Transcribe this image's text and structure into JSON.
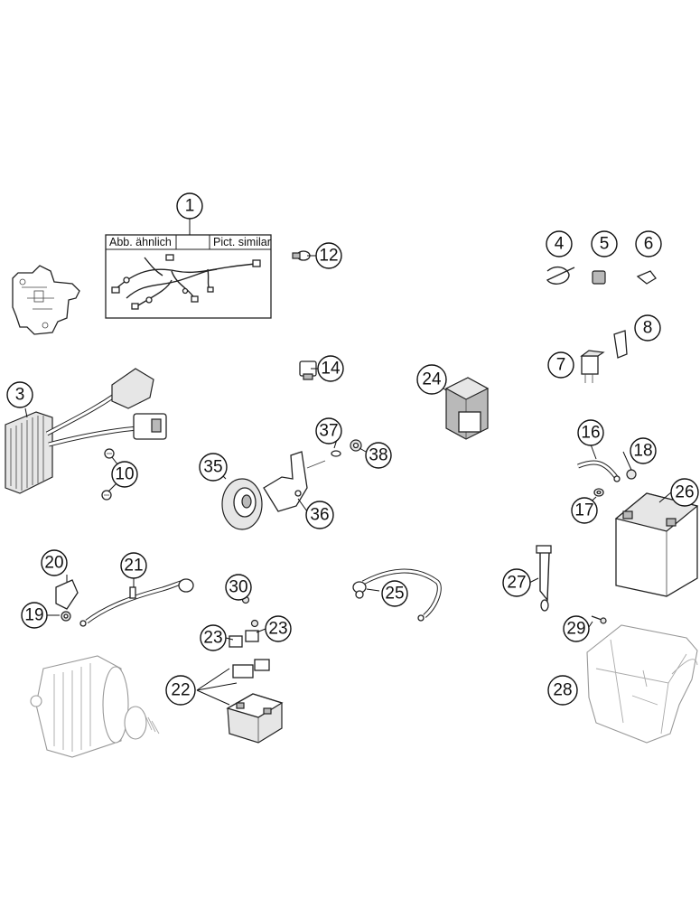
{
  "harness_box": {
    "label_de": "Abb. ähnlich",
    "label_en": "Pict. similar"
  },
  "callouts": [
    "1",
    "3",
    "4",
    "5",
    "6",
    "7",
    "8",
    "10",
    "12",
    "14",
    "16",
    "17",
    "18",
    "19",
    "20",
    "21",
    "22",
    "23",
    "23",
    "24",
    "25",
    "26",
    "27",
    "28",
    "29",
    "30",
    "35",
    "36",
    "37",
    "38"
  ]
}
